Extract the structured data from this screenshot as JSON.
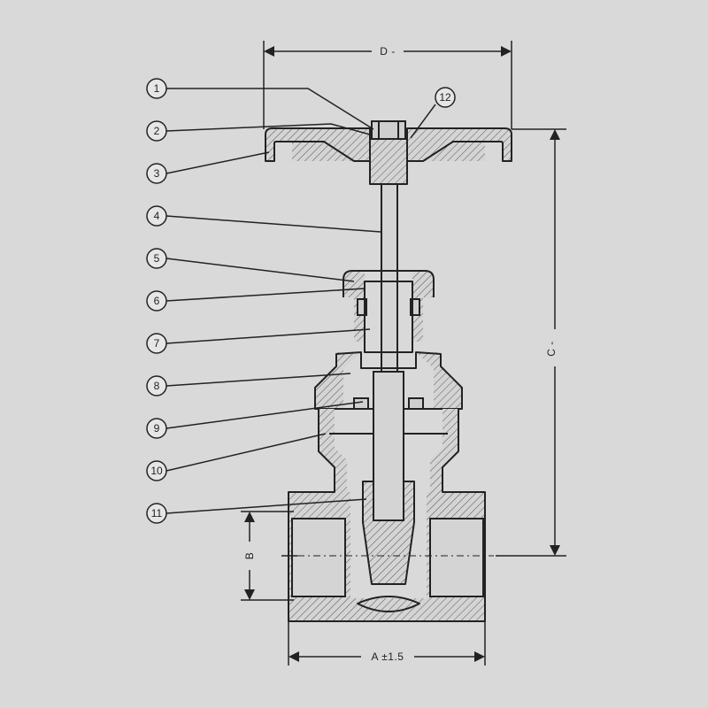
{
  "callouts": [
    {
      "number": "1"
    },
    {
      "number": "2"
    },
    {
      "number": "3"
    },
    {
      "number": "4"
    },
    {
      "number": "5"
    },
    {
      "number": "6"
    },
    {
      "number": "7"
    },
    {
      "number": "8"
    },
    {
      "number": "9"
    },
    {
      "number": "10"
    },
    {
      "number": "11"
    },
    {
      "number": "12"
    }
  ],
  "dimensions": {
    "a": "A ±1.5",
    "b": "B",
    "c": "C -",
    "d": "D -"
  },
  "colors": {
    "background": "#d9d9d9",
    "ink": "#222222",
    "fill": "#cfcfcf"
  }
}
